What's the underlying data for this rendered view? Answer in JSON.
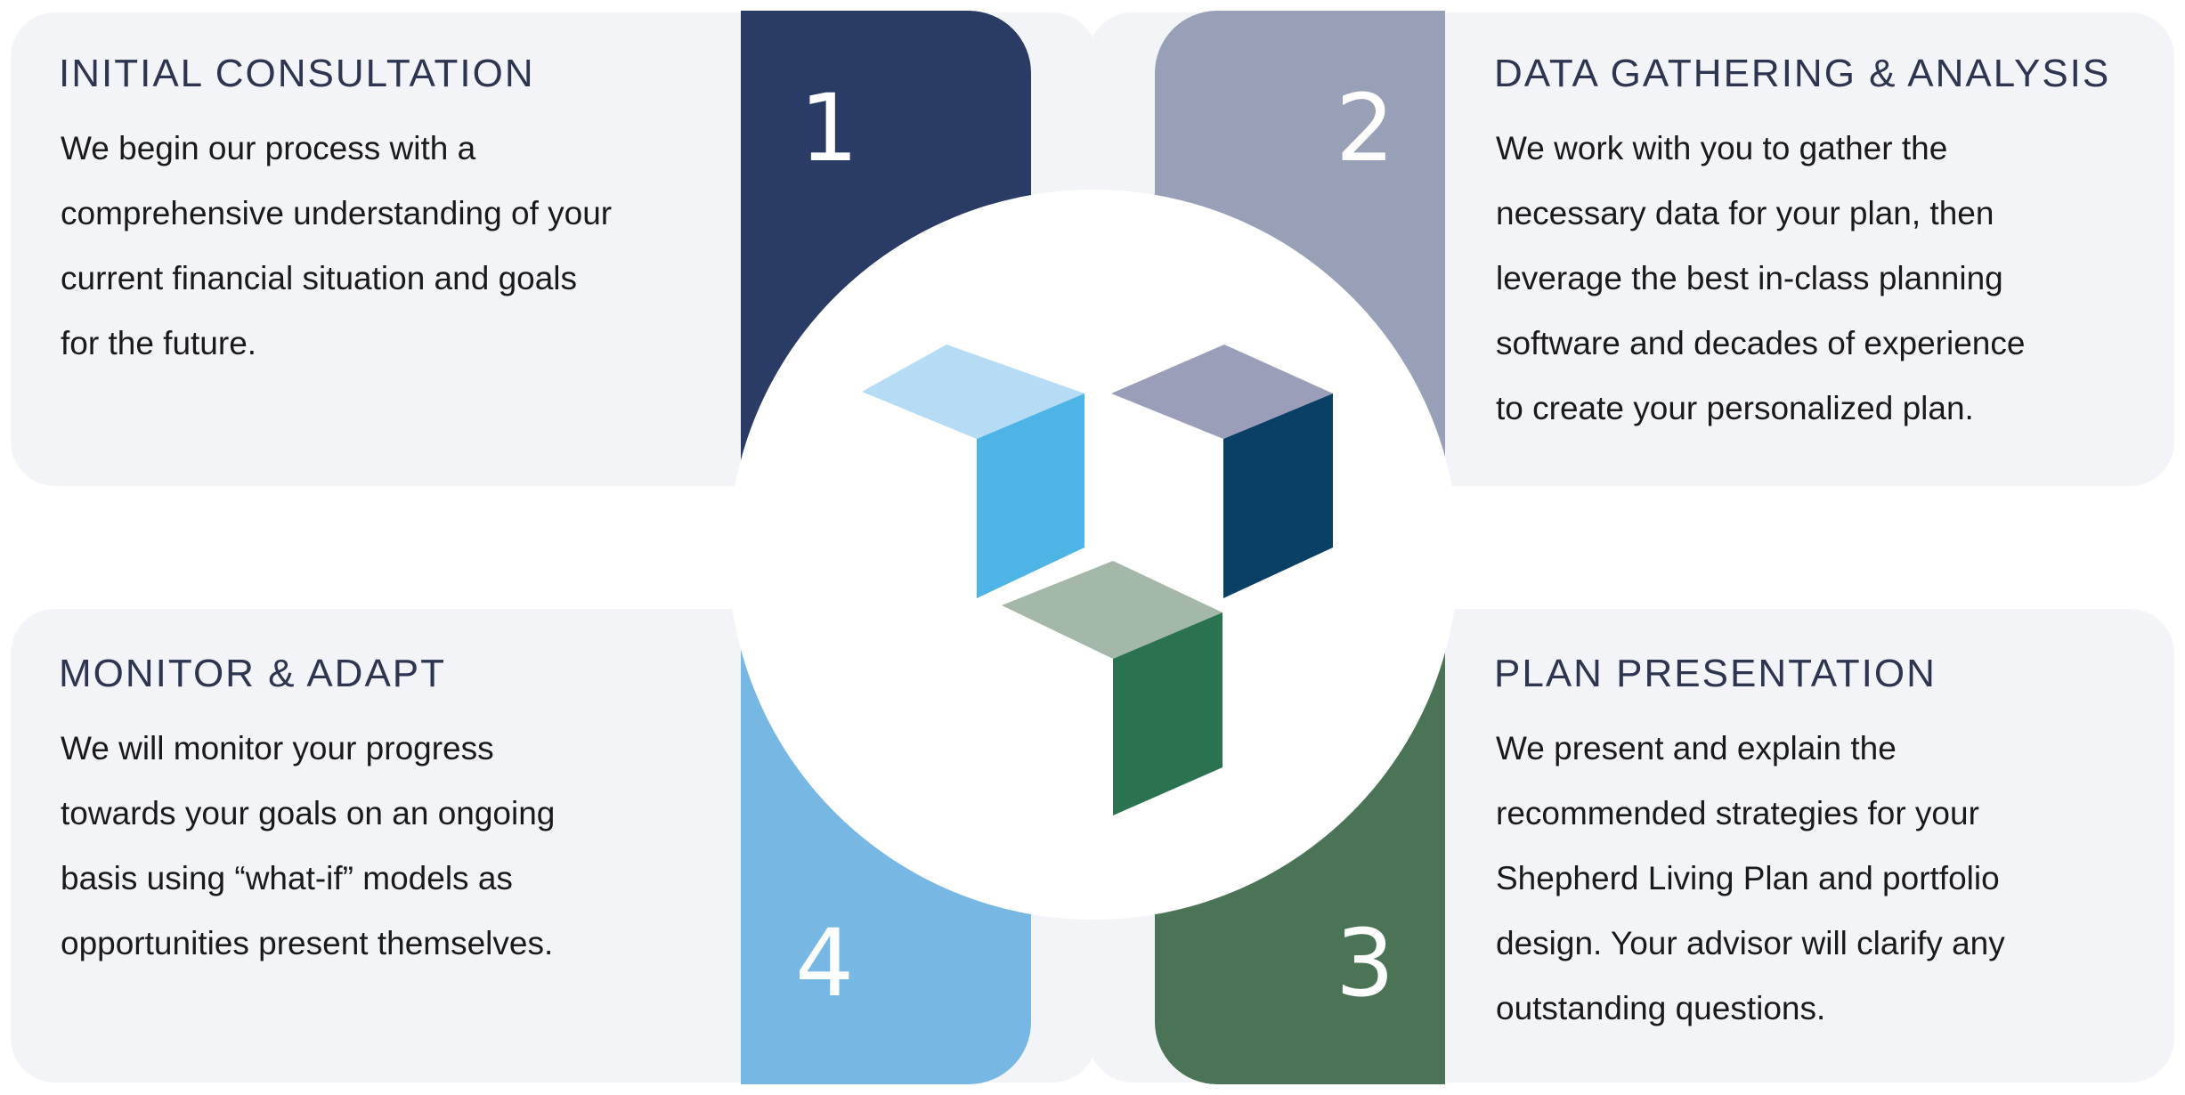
{
  "colors": {
    "step1_tab": "#2a3c66",
    "step2_tab": "#97a0b6",
    "step3_tab": "#4b7356",
    "step4_tab": "#77b7e3",
    "card_bg": "#f3f4f8",
    "title_text": "#2d3550",
    "body_text": "#1a1a1a"
  },
  "steps": [
    {
      "number": "1",
      "title": "INITIAL CONSULTATION",
      "lines": [
        "We begin our process with a",
        "comprehensive understanding of your",
        "current financial situation and goals",
        "for the future."
      ]
    },
    {
      "number": "2",
      "title": "DATA GATHERING & ANALYSIS",
      "lines": [
        "We work with you to gather the",
        "necessary data for your plan, then",
        "leverage the best in-class planning",
        "software and decades of experience",
        "to create your personalized plan."
      ]
    },
    {
      "number": "3",
      "title": "PLAN PRESENTATION",
      "lines": [
        "We present and explain the",
        "recommended strategies for your",
        "Shepherd Living Plan and portfolio",
        "design. Your advisor will clarify any",
        "outstanding questions."
      ]
    },
    {
      "number": "4",
      "title": "MONITOR & ADAPT",
      "lines": [
        "We will monitor your progress",
        "towards your goals on an ongoing",
        "basis using “what-if” models as",
        "opportunities present themselves."
      ]
    }
  ],
  "logo": {
    "icon": "three-cubes-logo-icon",
    "cube_colors": {
      "light_top": "#b5dbf5",
      "light_side": "#4eb4e6",
      "navy_top": "#9a9eb9",
      "navy_side": "#0a3f66",
      "green_top": "#a3b8a8",
      "green_side": "#2b7350"
    }
  }
}
